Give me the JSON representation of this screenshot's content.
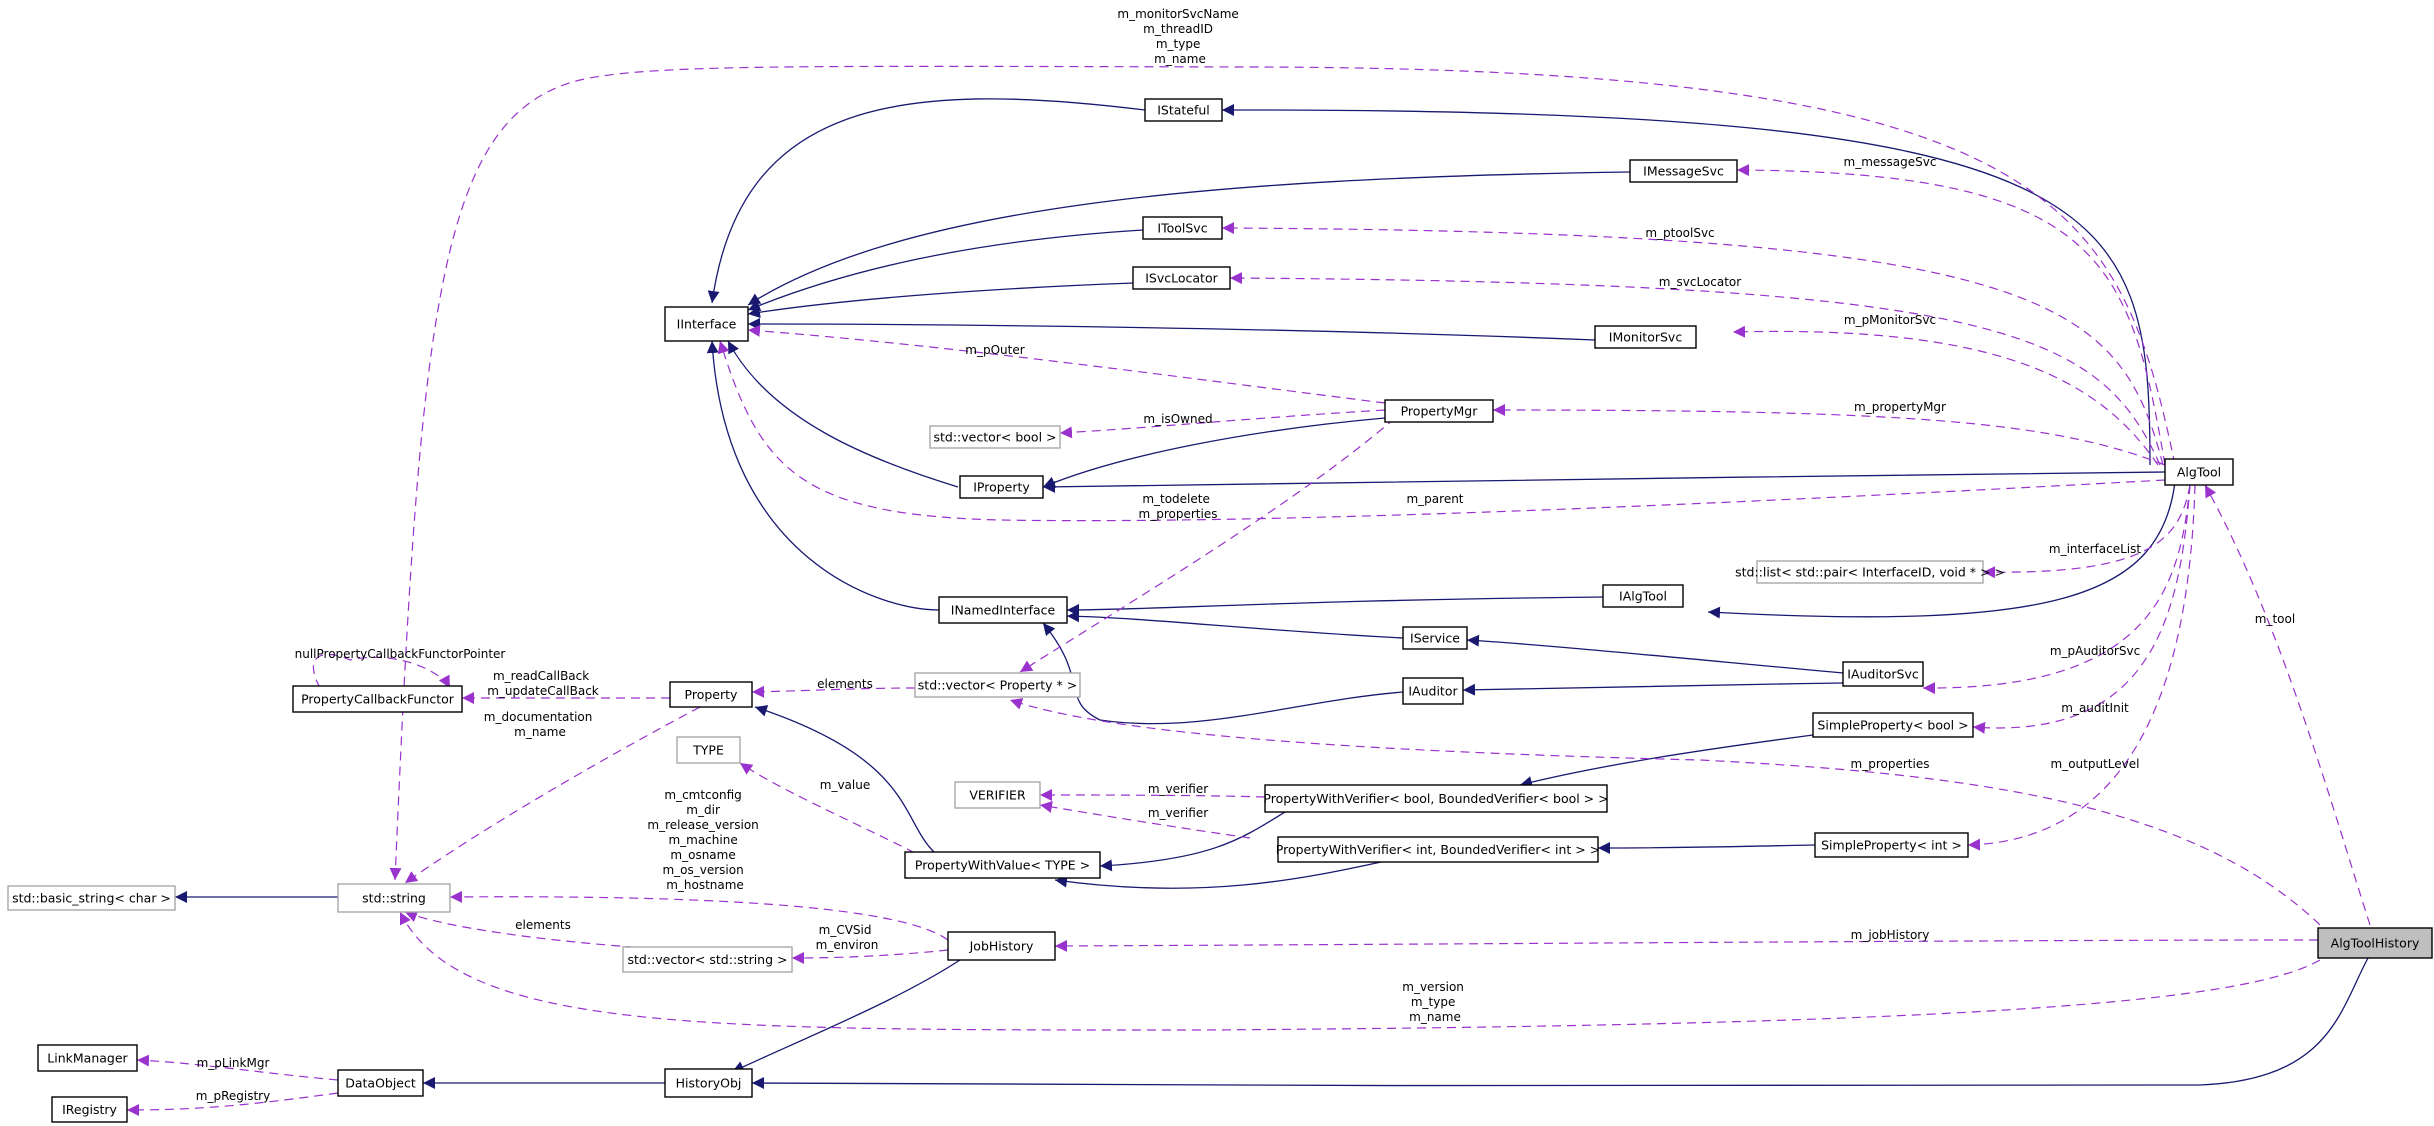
{
  "colors": {
    "inheritance": "#191970",
    "usage": "#9a32cd",
    "node_border": "#000000",
    "template_border": "#a8a8a8",
    "focus_fill": "#bfbfbf"
  },
  "nodes": {
    "IStateful": "IStateful",
    "IMessageSvc": "IMessageSvc",
    "IToolSvc": "IToolSvc",
    "ISvcLocator": "ISvcLocator",
    "IInterface": "IInterface",
    "IMonitorSvc": "IMonitorSvc",
    "PropertyMgr": "PropertyMgr",
    "vector_bool": "std::vector< bool >",
    "IProperty": "IProperty",
    "AlgTool": "AlgTool",
    "list_pair": "std::list< std::pair< InterfaceID, void * > >",
    "INamedInterface": "INamedInterface",
    "IAlgTool": "IAlgTool",
    "IService": "IService",
    "IAuditorSvc": "IAuditorSvc",
    "IAuditor": "IAuditor",
    "PropertyCallbackFunctor": "PropertyCallbackFunctor",
    "Property": "Property",
    "vector_property": "std::vector< Property * >",
    "SimplePropertyBool": "SimpleProperty< bool >",
    "TYPE": "TYPE",
    "VERIFIER": "VERIFIER",
    "PWVBool": "PropertyWithVerifier< bool, BoundedVerifier< bool > >",
    "PWVInt": "PropertyWithVerifier< int, BoundedVerifier< int > >",
    "SimplePropertyInt": "SimpleProperty< int >",
    "PropertyWithValue": "PropertyWithValue< TYPE >",
    "basic_string": "std::basic_string< char >",
    "string": "std::string",
    "JobHistory": "JobHistory",
    "AlgToolHistory": "AlgToolHistory",
    "vector_string": "std::vector< std::string >",
    "LinkManager": "LinkManager",
    "DataObject": "DataObject",
    "HistoryObj": "HistoryObj",
    "IRegistry": "IRegistry"
  },
  "labels": {
    "monitor_block": [
      "m_monitorSvcName",
      "m_threadID",
      "m_type",
      "m_name"
    ],
    "messageSvc": "m_messageSvc",
    "ptoolSvc": "m_ptoolSvc",
    "svcLocator": "m_svcLocator",
    "pMonitorSvc": "m_pMonitorSvc",
    "pOuter": "m_pOuter",
    "isOwned": "m_isOwned",
    "propertyMgr": "m_propertyMgr",
    "todelete_block": [
      "m_todelete",
      "m_properties"
    ],
    "parent": "m_parent",
    "interfaceList": "m_interfaceList",
    "tool": "m_tool",
    "nullCallback": "nullPropertyCallbackFunctorPointer",
    "callback_block": [
      "m_readCallBack",
      "m_updateCallBack"
    ],
    "elements_prop": "elements",
    "pAuditorSvc": "m_pAuditorSvc",
    "auditInit": "m_auditInit",
    "documentation_block": [
      "m_documentation",
      "m_name"
    ],
    "properties": "m_properties",
    "outputLevel": "m_outputLevel",
    "value": "m_value",
    "verifier_1": "m_verifier",
    "verifier_2": "m_verifier",
    "jobhistory_block": [
      "m_cmtconfig",
      "m_dir",
      "m_release_version",
      "m_machine",
      "m_osname",
      "m_os_version",
      "m_hostname"
    ],
    "elements_str": "elements",
    "cvsid_block": [
      "m_CVSid",
      "m_environ"
    ],
    "jobHistory": "m_jobHistory",
    "version_block": [
      "m_version",
      "m_type",
      "m_name"
    ],
    "pLinkMgr": "m_pLinkMgr",
    "pRegistry": "m_pRegistry"
  }
}
